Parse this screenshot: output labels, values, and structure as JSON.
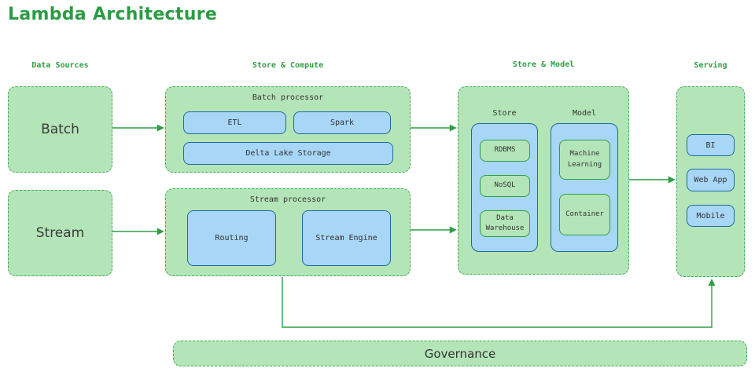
{
  "title": "Lambda Architecture",
  "colors": {
    "title_green": "#2b9c44",
    "header_green": "#2f9e44",
    "container_fill": "#b4e5b8",
    "container_border_green": "#43a953",
    "node_fill_blue": "#a8d6f6",
    "node_border_blue": "#1e6a9e",
    "node_border_green": "#2f9e44",
    "arrow_green": "#2f9e44",
    "text_dark": "#333333"
  },
  "column_headers": [
    {
      "label": "Data Sources"
    },
    {
      "label": "Store & Compute"
    },
    {
      "label": "Store & Model"
    },
    {
      "label": "Serving"
    }
  ],
  "data_sources": {
    "batch_label": "Batch",
    "stream_label": "Stream"
  },
  "batch_processor": {
    "label": "Batch processor",
    "nodes": [
      "ETL",
      "Spark",
      "Delta Lake Storage"
    ]
  },
  "stream_processor": {
    "label": "Stream processor",
    "nodes": [
      "Routing",
      "Stream Engine"
    ]
  },
  "store_model": {
    "store": {
      "label": "Store",
      "nodes": [
        "RDBMS",
        "NoSQL",
        "Data Warehouse"
      ]
    },
    "model": {
      "label": "Model",
      "nodes": [
        "Machine Learning",
        "Container"
      ]
    }
  },
  "serving": {
    "nodes": [
      "BI",
      "Web App",
      "Mobile"
    ]
  },
  "governance": {
    "label": "Governance"
  }
}
